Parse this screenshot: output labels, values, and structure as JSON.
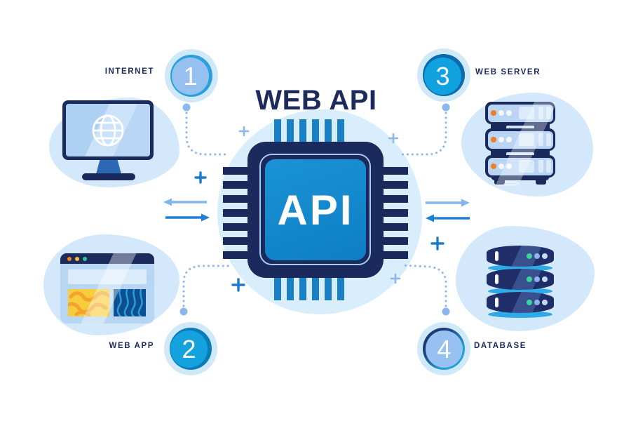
{
  "title": "WEB API",
  "chip": {
    "label": "API",
    "icon": "cpu-chip-icon"
  },
  "nodes": {
    "internet": {
      "label": "INTERNET",
      "badge": "1",
      "icon": "monitor-globe-icon"
    },
    "webapp": {
      "label": "WEB APP",
      "badge": "2",
      "icon": "browser-window-icon"
    },
    "webserver": {
      "label": "WEB SERVER",
      "badge": "3",
      "icon": "server-rack-icon"
    },
    "database": {
      "label": "DATABASE",
      "badge": "4",
      "icon": "database-stack-icon"
    }
  },
  "connectors": {
    "dotted": [
      "badge1-to-chip",
      "badge2-to-chip",
      "badge3-to-chip",
      "badge4-to-chip"
    ],
    "arrows": [
      "left-outbound-light",
      "left-inbound-strong",
      "right-outbound-light",
      "right-inbound-strong"
    ]
  },
  "colors": {
    "navy": "#1b2a5c",
    "chip_blue": "#1787cc",
    "badge_cyan": "#12a0dc",
    "badge_light": "#95c0f0",
    "blob_pale": "#d3e9fb",
    "arrow_light": "#86b4ec",
    "arrow_strong": "#1e7fd6",
    "plus_light": "#8cb7ed",
    "plus_strong": "#1a7bca",
    "orange": "#ef7f23",
    "yellow": "#f8cd3c",
    "green": "#2ecb8e"
  }
}
